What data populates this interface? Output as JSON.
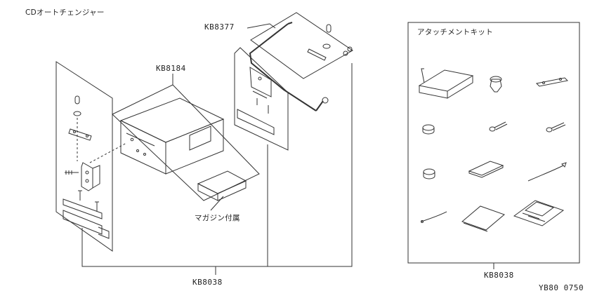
{
  "title": "CDオートチェンジャー",
  "kit_title": "アタッチメントキット",
  "parts": {
    "changer_unit": "KB8184",
    "bracket_set": "KB8377",
    "harness_main": "KB8038",
    "harness_kit": "KB8038"
  },
  "magazine_label": "マガジン付属",
  "diagram_code": "YB80 0750"
}
